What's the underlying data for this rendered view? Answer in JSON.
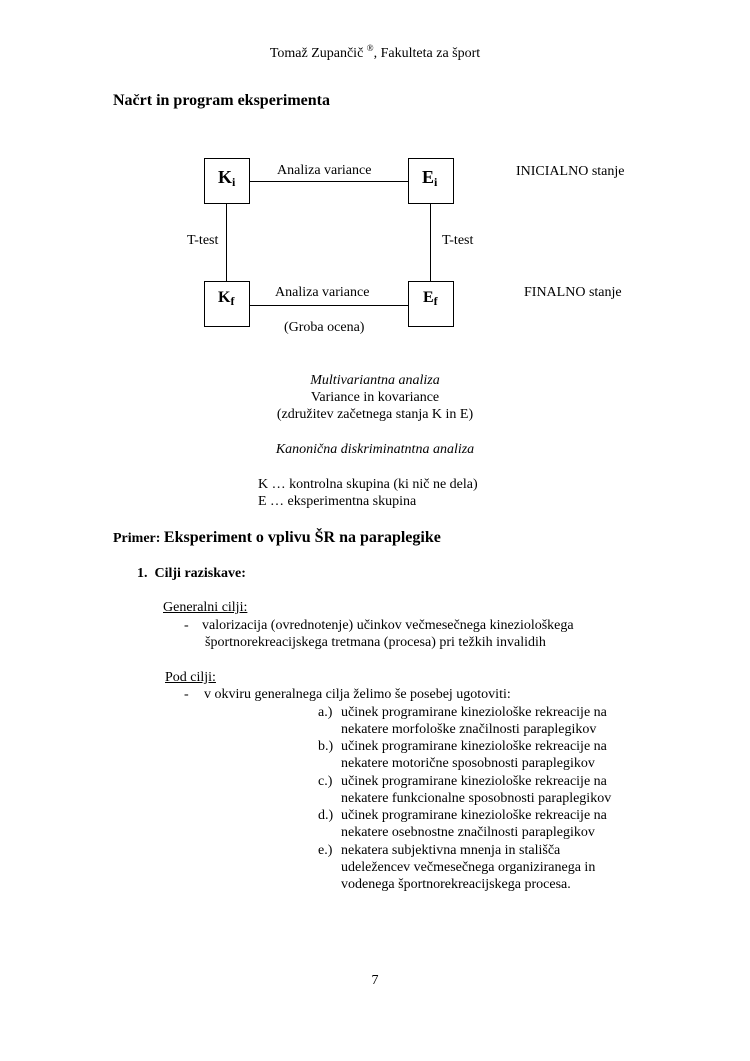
{
  "header": {
    "author": "Tomaž Zupančič",
    "registered": "®",
    "faculty": ", Fakulteta za šport"
  },
  "section_title": "Načrt in program eksperimenta",
  "diagram": {
    "ki_main": "K",
    "ki_sub": "i",
    "ei_main": "E",
    "ei_sub": "i",
    "kf_main": "K",
    "kf_sub": "f",
    "ef_main": "E",
    "ef_sub": "f",
    "top_label": "Analiza variance",
    "bottom_label": "Analiza variance",
    "bottom_note": "(Groba ocena)",
    "left_test": "T-test",
    "right_test": "T-test",
    "initial_state": "INICIALNO stanje",
    "final_state": "FINALNO stanje"
  },
  "analysis": {
    "multivariate": "Multivariantna analiza",
    "variance_cov": "Variance in kovariance",
    "merge_note": "(združitev začetnega stanja K in E)",
    "canonical": "Kanonična diskriminatntna analiza",
    "legend_k": "K … kontrolna skupina (ki nič ne dela)",
    "legend_e": "E … eksperimentna skupina"
  },
  "example": {
    "prefix": "Primer: ",
    "title": "Eksperiment o vplivu ŠR na paraplegike"
  },
  "goals": {
    "heading": "1.  Cilji raziskave:",
    "general_label": "Generalni cilji:",
    "general_dash": "-",
    "general_line1": "valorizacija (ovrednotenje) učinkov večmesečnega kineziološkega",
    "general_line2": "športnorekreacijskega tretmana (procesa) pri težkih invalidih",
    "sub_label": "Pod cilji:",
    "sub_dash": "-",
    "sub_intro": "v okviru generalnega cilja želimo še posebej ugotoviti:",
    "items": [
      {
        "letter": "a.)",
        "line1": "učinek programirane kineziološke rekreacije na",
        "line2": "nekatere morfološke značilnosti paraplegikov",
        "line3": ""
      },
      {
        "letter": "b.)",
        "line1": "učinek programirane kineziološke rekreacije na",
        "line2": "nekatere motorične sposobnosti paraplegikov",
        "line3": ""
      },
      {
        "letter": "c.)",
        "line1": "učinek programirane kineziološke rekreacije na",
        "line2": "nekatere funkcionalne sposobnosti paraplegikov",
        "line3": ""
      },
      {
        "letter": "d.)",
        "line1": "učinek programirane kineziološke rekreacije na",
        "line2": "nekatere osebnostne značilnosti paraplegikov",
        "line3": ""
      },
      {
        "letter": "e.)",
        "line1": "nekatera subjektivna mnenja in stališča",
        "line2": "udeležencev večmesečnega organiziranega in",
        "line3": "vodenega športnorekreacijskega procesa."
      }
    ]
  },
  "page_number": "7"
}
